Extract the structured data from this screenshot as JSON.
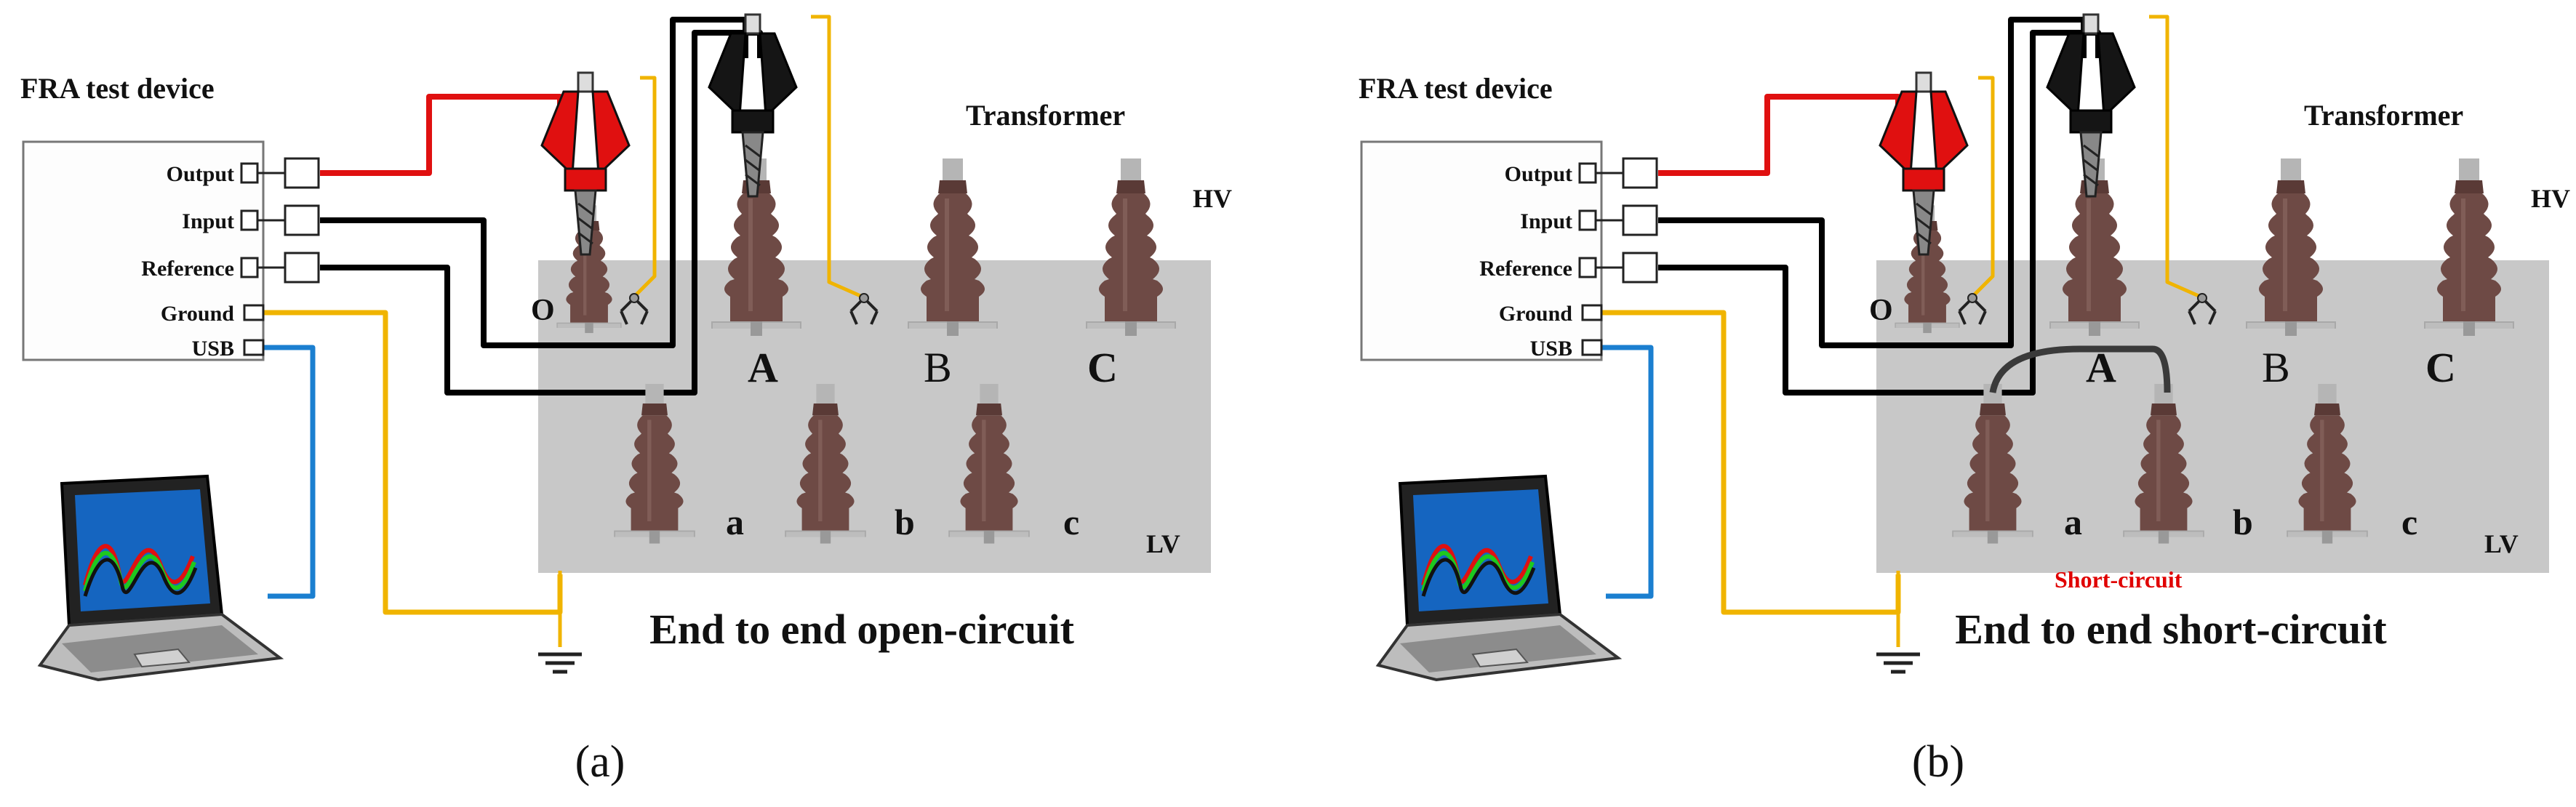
{
  "colors": {
    "tank": "#c8c8c8",
    "bushing": "#6e4a45",
    "output_wire": "#e01010",
    "signal_wire": "#000000",
    "ground_wire": "#f0b400",
    "usb_wire": "#1b7fd0",
    "short_label": "#e00000"
  },
  "panels": [
    {
      "id": "a",
      "device_title": "FRA test device",
      "ports": [
        "Output",
        "Input",
        "Reference",
        "Ground",
        "USB"
      ],
      "transformer_label": "Transformer",
      "hv_label": "HV",
      "lv_label": "LV",
      "neutral_label": "O",
      "hv_terminals": [
        "A",
        "B",
        "C"
      ],
      "lv_terminals": [
        "a",
        "b",
        "c"
      ],
      "test_title": "End to end open-circuit",
      "short_circuit_note": "",
      "caption": "(a)",
      "icons": [
        "laptop-icon",
        "ground-symbol-icon",
        "red-clamp-icon",
        "black-clamp-icon"
      ]
    },
    {
      "id": "b",
      "device_title": "FRA test device",
      "ports": [
        "Output",
        "Input",
        "Reference",
        "Ground",
        "USB"
      ],
      "transformer_label": "Transformer",
      "hv_label": "HV",
      "lv_label": "LV",
      "neutral_label": "O",
      "hv_terminals": [
        "A",
        "B",
        "C"
      ],
      "lv_terminals": [
        "a",
        "b",
        "c"
      ],
      "test_title": "End to end short-circuit",
      "short_circuit_note": "Short-circuit",
      "caption": "(b)",
      "icons": [
        "laptop-icon",
        "ground-symbol-icon",
        "red-clamp-icon",
        "black-clamp-icon",
        "jumper-wire-icon"
      ]
    }
  ]
}
